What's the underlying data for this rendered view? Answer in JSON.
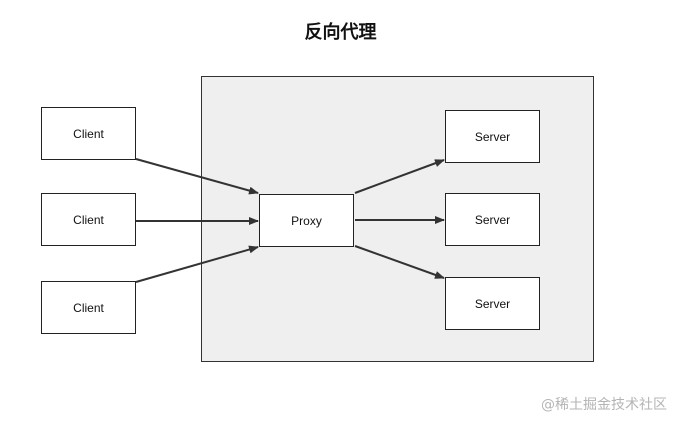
{
  "title": "反向代理",
  "clients": [
    {
      "label": "Client"
    },
    {
      "label": "Client"
    },
    {
      "label": "Client"
    }
  ],
  "proxy": {
    "label": "Proxy"
  },
  "servers": [
    {
      "label": "Server"
    },
    {
      "label": "Server"
    },
    {
      "label": "Server"
    }
  ],
  "watermark": "@稀土掘金技术社区",
  "colors": {
    "proxy_area_fill": "#efefef",
    "stroke": "#333333",
    "node_fill": "#ffffff",
    "watermark": "#b4b4b4"
  }
}
